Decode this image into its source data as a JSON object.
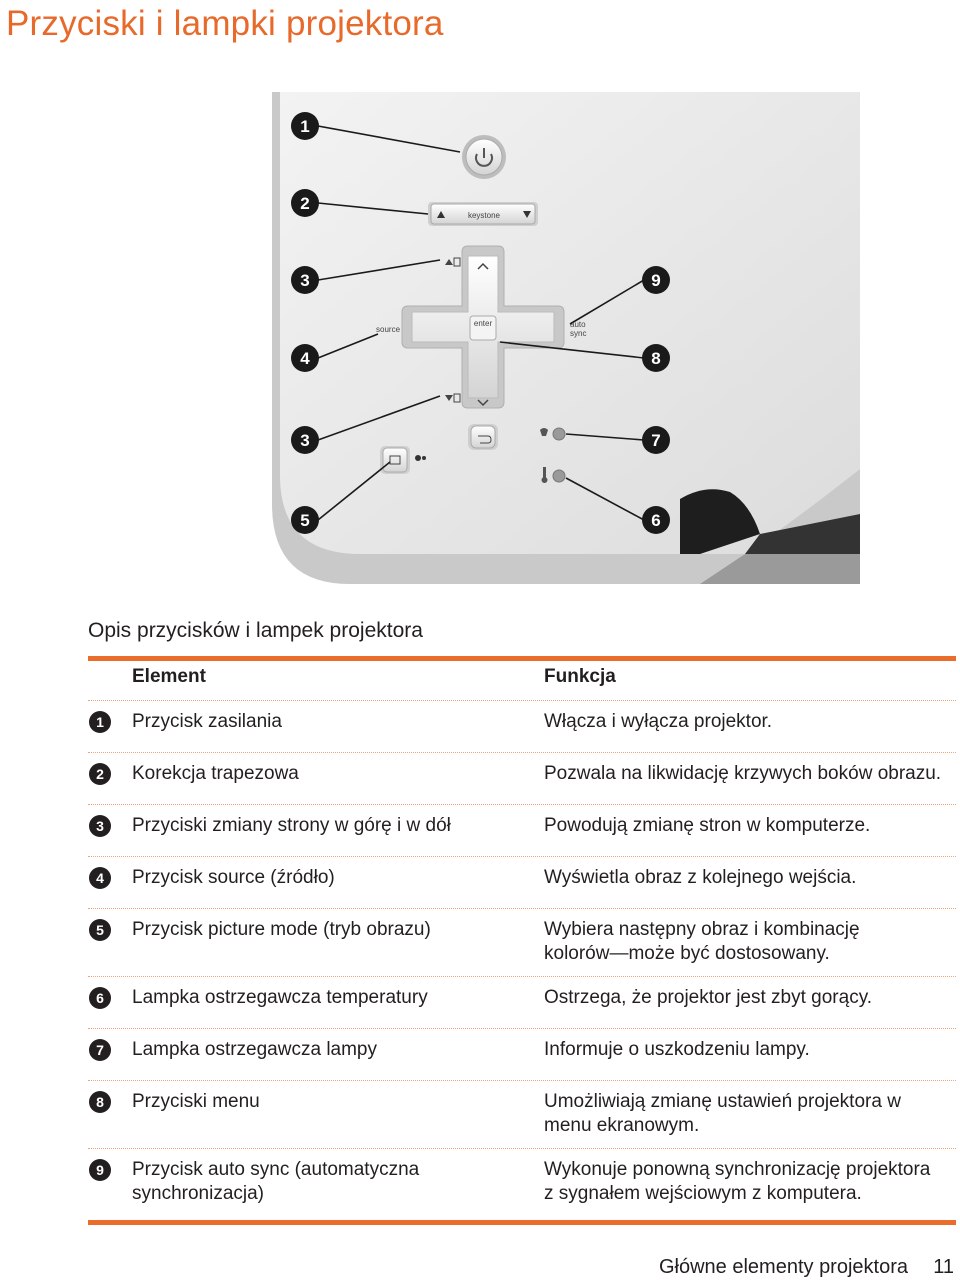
{
  "page": {
    "title": "Przyciski i lampki projektora",
    "caption": "Opis przycisków i lampek projektora",
    "footer_section": "Główne elementy projektora",
    "footer_page": "11"
  },
  "figure": {
    "keystone_label": "keystone",
    "source_label": "source",
    "enter_label": "enter",
    "auto_sync_label_1": "auto",
    "auto_sync_label_2": "sync",
    "callouts": [
      "1",
      "2",
      "3",
      "4",
      "3",
      "5",
      "9",
      "8",
      "7",
      "6"
    ]
  },
  "table": {
    "header_element": "Element",
    "header_function": "Funkcja",
    "rows": [
      {
        "num": "1",
        "element": "Przycisk zasilania",
        "function": "Włącza i wyłącza projektor."
      },
      {
        "num": "2",
        "element": "Korekcja trapezowa",
        "function": "Pozwala na likwidację krzywych boków obrazu."
      },
      {
        "num": "3",
        "element": "Przyciski zmiany strony w górę i w dół",
        "function": "Powodują zmianę stron w komputerze."
      },
      {
        "num": "4",
        "element": "Przycisk source (źródło)",
        "function": "Wyświetla obraz z kolejnego wejścia."
      },
      {
        "num": "5",
        "element": "Przycisk picture mode (tryb obrazu)",
        "function": "Wybiera następny obraz i kombinację kolorów—może być dostosowany."
      },
      {
        "num": "6",
        "element": "Lampka ostrzegawcza temperatury",
        "function": "Ostrzega, że projektor jest zbyt gorący."
      },
      {
        "num": "7",
        "element": "Lampka ostrzegawcza lampy",
        "function": "Informuje o uszkodzeniu lampy."
      },
      {
        "num": "8",
        "element": "Przyciski menu",
        "function": "Umożliwiają zmianę ustawień projektora w menu ekranowym."
      },
      {
        "num": "9",
        "element": "Przycisk auto sync (automatyczna synchronizacja)",
        "function": "Wykonuje ponowną synchronizację projektora z sygnałem wejściowym z komputera."
      }
    ]
  }
}
